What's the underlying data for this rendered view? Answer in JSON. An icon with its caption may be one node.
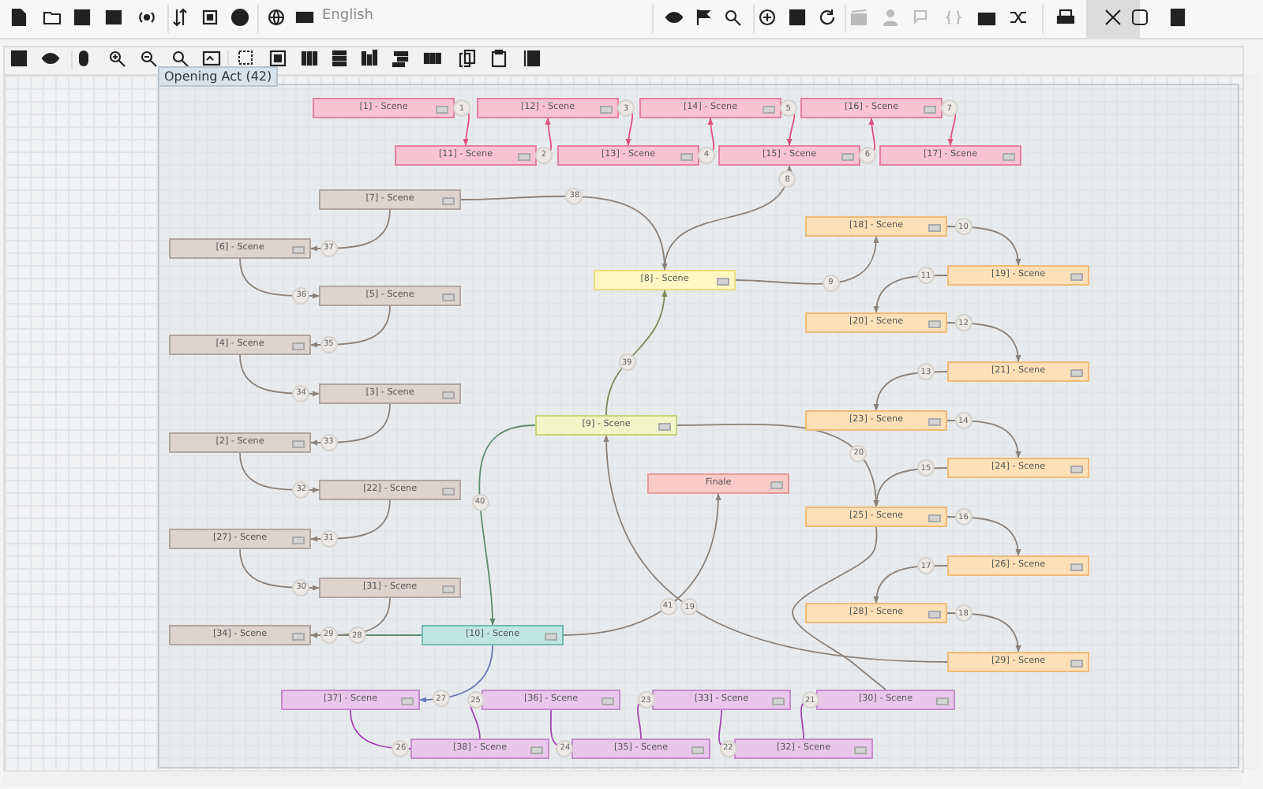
{
  "diagram": {
    "nodes": [
      {
        "text": [
          "Opening Act (42)"
        ]
      },
      {
        "text": [
          "[1] - Scene"
        ],
        "in": 0
      },
      {
        "text": [
          "[12] - Scene"
        ],
        "in": 0
      },
      {
        "text": [
          "[14] - Scene"
        ],
        "in": 0
      },
      {
        "text": [
          "[16] - Scene"
        ],
        "in": 0
      },
      {
        "text": [
          "[11] - Scene"
        ],
        "in": 0
      },
      {
        "text": [
          "[13] - Scene"
        ],
        "in": 0
      },
      {
        "text": [
          "[15] - Scene"
        ],
        "in": 0
      },
      {
        "text": [
          "[17] - Scene"
        ],
        "in": 0
      },
      {
        "text": [
          "[7] - Scene"
        ],
        "in": 0
      },
      {
        "text": [
          "[6] - Scene"
        ],
        "in": 0
      },
      {
        "text": [
          "[5] - Scene"
        ],
        "in": 0
      },
      {
        "text": [
          "[4] - Scene"
        ],
        "in": 0
      },
      {
        "text": [
          "[3] - Scene"
        ],
        "in": 0
      },
      {
        "text": [
          "[2] - Scene"
        ],
        "in": 0
      },
      {
        "text": [
          "[22] - Scene"
        ],
        "in": 0
      },
      {
        "text": [
          "[27] - Scene"
        ],
        "in": 0
      },
      {
        "text": [
          "[31] - Scene"
        ],
        "in": 0
      },
      {
        "text": [
          "[34] - Scene"
        ],
        "in": 0
      },
      {
        "text": [
          "[8] - Scene"
        ],
        "in": 0
      },
      {
        "text": [
          "[9] - Scene"
        ],
        "in": 0
      },
      {
        "text": [
          "Finale"
        ],
        "in": 0
      },
      {
        "text": [
          "[10] - Scene"
        ],
        "in": 0
      },
      {
        "text": [
          "[18] - Scene"
        ],
        "in": 0
      },
      {
        "text": [
          "[19] - Scene"
        ],
        "in": 0
      },
      {
        "text": [
          "[20] - Scene"
        ],
        "in": 0
      },
      {
        "text": [
          "[21] - Scene"
        ],
        "in": 0
      },
      {
        "text": [
          "[23] - Scene"
        ],
        "in": 0
      },
      {
        "text": [
          "[24] - Scene"
        ],
        "in": 0
      },
      {
        "text": [
          "[25] - Scene"
        ],
        "in": 0
      },
      {
        "text": [
          "[26] - Scene"
        ],
        "in": 0
      },
      {
        "text": [
          "[28] - Scene"
        ],
        "in": 0
      },
      {
        "text": [
          "[29] - Scene"
        ],
        "in": 0
      },
      {
        "text": [
          "[37] - Scene"
        ],
        "in": 0
      },
      {
        "text": [
          "[36] - Scene"
        ],
        "in": 0
      },
      {
        "text": [
          "[33] - Scene"
        ],
        "in": 0
      },
      {
        "text": [
          "[30] - Scene"
        ],
        "in": 0
      },
      {
        "text": [
          "[38] - Scene"
        ],
        "in": 0
      },
      {
        "text": [
          "[35] - Scene"
        ],
        "in": 0
      },
      {
        "text": [
          "[32] - Scene"
        ],
        "in": 0
      }
    ],
    "edges": [
      {
        "from": 1,
        "to": 5,
        "arrow": "to",
        "label": "1",
        "color": "#e0507e"
      },
      {
        "from": 5,
        "to": 2,
        "arrow": "to",
        "label": "2",
        "color": "#e0507e"
      },
      {
        "from": 2,
        "to": 6,
        "arrow": "to",
        "label": "3",
        "color": "#e0507e"
      },
      {
        "from": 6,
        "to": 3,
        "arrow": "to",
        "label": "4",
        "color": "#e0507e"
      },
      {
        "from": 3,
        "to": 7,
        "arrow": "to",
        "label": "5",
        "color": "#e0507e"
      },
      {
        "from": 7,
        "to": 4,
        "arrow": "to",
        "label": "6",
        "color": "#e0507e"
      },
      {
        "from": 4,
        "to": 8,
        "arrow": "to",
        "label": "7",
        "color": "#e0507e"
      },
      {
        "from": 19,
        "to": 7,
        "arrow": "to",
        "label": "8"
      },
      {
        "from": 19,
        "to": 23,
        "arrow": "to",
        "label": "9"
      },
      {
        "from": 23,
        "to": 24,
        "arrow": "to",
        "label": "10"
      },
      {
        "from": 24,
        "to": 25,
        "arrow": "to",
        "label": "11"
      },
      {
        "from": 25,
        "to": 26,
        "arrow": "to",
        "label": "12"
      },
      {
        "from": 26,
        "to": 27,
        "arrow": "to",
        "label": "13"
      },
      {
        "from": 27,
        "to": 28,
        "arrow": "to",
        "label": "14"
      },
      {
        "from": 28,
        "to": 29,
        "arrow": "to",
        "label": "15"
      },
      {
        "from": 29,
        "to": 30,
        "arrow": "to",
        "label": "16"
      },
      {
        "from": 30,
        "to": 31,
        "arrow": "to",
        "label": "17"
      },
      {
        "from": 31,
        "to": 32,
        "arrow": "to",
        "label": "18"
      },
      {
        "from": 32,
        "to": 20,
        "arrow": "to",
        "label": "19"
      },
      {
        "from": 20,
        "to": 29,
        "arrow": "to",
        "label": "20"
      },
      {
        "from": 29,
        "to": 36,
        "arrow": "none"
      },
      {
        "from": 39,
        "to": 36,
        "arrow": "to",
        "label": "21",
        "color": "#a442b4"
      },
      {
        "from": 35,
        "to": 39,
        "arrow": "to",
        "label": "22",
        "color": "#a442b4"
      },
      {
        "from": 38,
        "to": 35,
        "arrow": "to",
        "label": "23",
        "color": "#a442b4"
      },
      {
        "from": 34,
        "to": 38,
        "arrow": "to",
        "label": "24",
        "color": "#a442b4"
      },
      {
        "from": 37,
        "to": 34,
        "arrow": "to",
        "label": "25",
        "color": "#a442b4"
      },
      {
        "from": 33,
        "to": 37,
        "arrow": "to",
        "label": "26",
        "color": "#a442b4"
      },
      {
        "from": 22,
        "to": 33,
        "arrow": "to",
        "label": "27",
        "color": "#6a78b8"
      },
      {
        "from": 22,
        "to": 18,
        "arrow": "to",
        "label": "28",
        "color": "#5e8c6e"
      },
      {
        "from": 17,
        "to": 18,
        "arrow": "to",
        "label": "29"
      },
      {
        "from": 16,
        "to": 17,
        "arrow": "to",
        "label": "30"
      },
      {
        "from": 15,
        "to": 16,
        "arrow": "to",
        "label": "31"
      },
      {
        "from": 14,
        "to": 15,
        "arrow": "to",
        "label": "32"
      },
      {
        "from": 13,
        "to": 14,
        "arrow": "to",
        "label": "33"
      },
      {
        "from": 12,
        "to": 13,
        "arrow": "to",
        "label": "34"
      },
      {
        "from": 11,
        "to": 12,
        "arrow": "to",
        "label": "35"
      },
      {
        "from": 10,
        "to": 11,
        "arrow": "to",
        "label": "36"
      },
      {
        "from": 9,
        "to": 10,
        "arrow": "to",
        "label": "37"
      },
      {
        "from": 9,
        "to": 19,
        "arrow": "to",
        "label": "38"
      },
      {
        "from": 20,
        "to": 19,
        "arrow": "to",
        "label": "39",
        "color": "#7a8a5a"
      },
      {
        "from": 20,
        "to": 22,
        "arrow": "to",
        "label": "40",
        "color": "#5e8c6e"
      },
      {
        "from": 22,
        "to": 21,
        "arrow": "to",
        "label": "41"
      }
    ],
    "labels": [
      "English"
    ]
  }
}
